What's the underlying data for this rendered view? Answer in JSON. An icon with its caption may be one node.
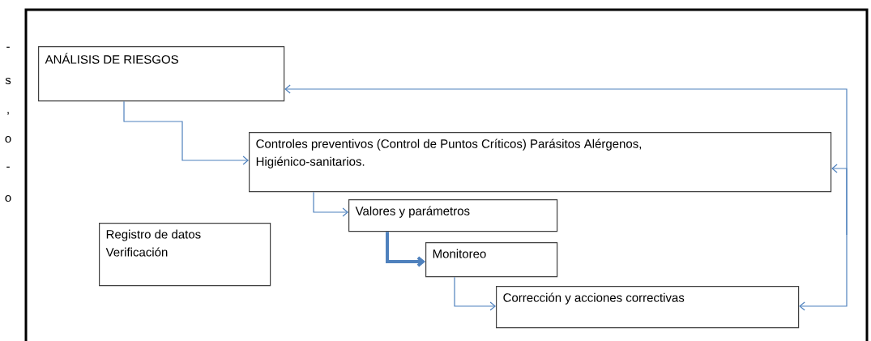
{
  "diagram": {
    "nodes": [
      {
        "text": [
          "ANÁLISIS DE RIESGOS"
        ]
      },
      {
        "text": [
          "Controles preventivos (Control de Puntos Críticos) Parásitos Alérgenos, Higiénico-sanitarios."
        ]
      },
      {
        "text": [
          "Valores y parámetros"
        ]
      },
      {
        "text": [
          "Monitoreo"
        ]
      },
      {
        "text": [
          "Corrección y acciones correctivas"
        ]
      },
      {
        "text": [
          "Registro de datos Verificación"
        ]
      }
    ],
    "edges": [
      {
        "from": 0,
        "to": 1,
        "arrow": "to"
      },
      {
        "from": 1,
        "to": 2,
        "arrow": "to"
      },
      {
        "from": 2,
        "to": 3,
        "arrow": "to",
        "style": "thick"
      },
      {
        "from": 3,
        "to": 4,
        "arrow": "to"
      },
      {
        "from": null,
        "to": 0,
        "arrow": "to"
      },
      {
        "from": null,
        "to": 1,
        "arrow": "to"
      },
      {
        "from": null,
        "to": 4,
        "arrow": "to"
      }
    ],
    "labels": [
      "-",
      "s",
      ",",
      "o",
      "-",
      "o"
    ]
  }
}
